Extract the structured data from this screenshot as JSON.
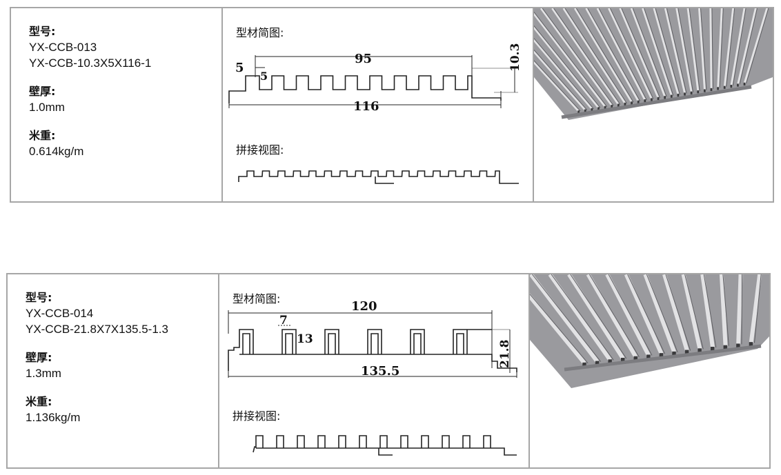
{
  "products": [
    {
      "model_label": "型号:",
      "model_lines": [
        "YX-CCB-013",
        "YX-CCB-10.3X5X116-1"
      ],
      "thickness_label": "壁厚:",
      "thickness": "1.0mm",
      "weight_label": "米重:",
      "weight": "0.614kg/m",
      "profile_caption": "型材简图:",
      "splice_caption": "拼接视图:",
      "dims": {
        "top": "95",
        "left_a": "5",
        "left_b": "5",
        "total": "116",
        "height": "10.3"
      }
    },
    {
      "model_label": "型号:",
      "model_lines": [
        "YX-CCB-014",
        "YX-CCB-21.8X7X135.5-1.3"
      ],
      "thickness_label": "壁厚:",
      "thickness": "1.3mm",
      "weight_label": "米重:",
      "weight": "1.136kg/m",
      "profile_caption": "型材简图:",
      "splice_caption": "拼接视图:",
      "dims": {
        "top": "120",
        "rib": "7",
        "gap": "13",
        "total": "135.5",
        "height": "21.8"
      }
    }
  ]
}
